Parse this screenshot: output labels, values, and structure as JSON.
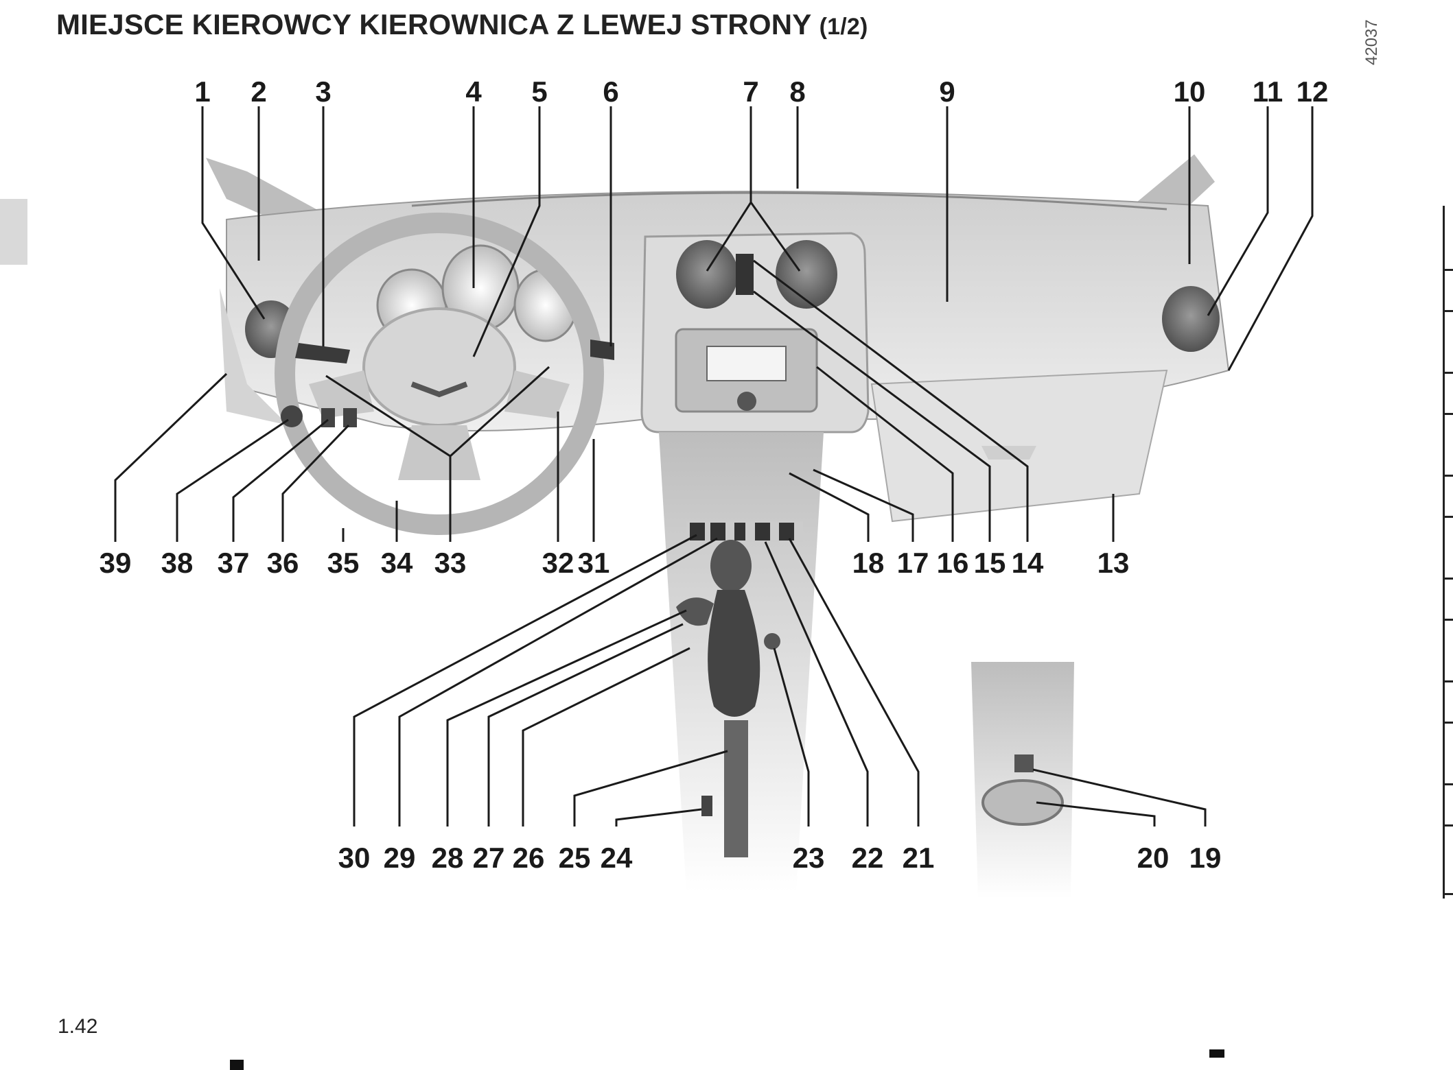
{
  "title": {
    "main": "MIEJSCE KIEROWCY KIEROWNICA Z LEWEJ STRONY",
    "suffix": "(1/2)"
  },
  "image_code": "42037",
  "page_number": "1.42",
  "labels": {
    "n1": "1",
    "n2": "2",
    "n3": "3",
    "n4": "4",
    "n5": "5",
    "n6": "6",
    "n7": "7",
    "n8": "8",
    "n9": "9",
    "n10": "10",
    "n11": "11",
    "n12": "12",
    "n13": "13",
    "n14": "14",
    "n15": "15",
    "n16": "16",
    "n17": "17",
    "n18": "18",
    "n19": "19",
    "n20": "20",
    "n21": "21",
    "n22": "22",
    "n23": "23",
    "n24": "24",
    "n25": "25",
    "n26": "26",
    "n27": "27",
    "n28": "28",
    "n29": "29",
    "n30": "30",
    "n31": "31",
    "n32": "32",
    "n33": "33",
    "n34": "34",
    "n35": "35",
    "n36": "36",
    "n37": "37",
    "n38": "38",
    "n39": "39"
  }
}
